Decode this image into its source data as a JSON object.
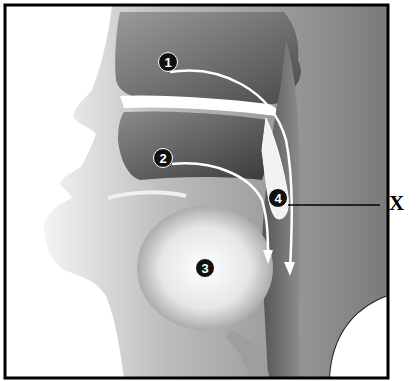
{
  "diagram": {
    "nodes": [
      {
        "text": [
          "1"
        ]
      },
      {
        "text": [
          "2"
        ]
      },
      {
        "text": [
          "3"
        ]
      },
      {
        "text": [
          "4"
        ]
      }
    ],
    "labels": [
      "X"
    ]
  }
}
